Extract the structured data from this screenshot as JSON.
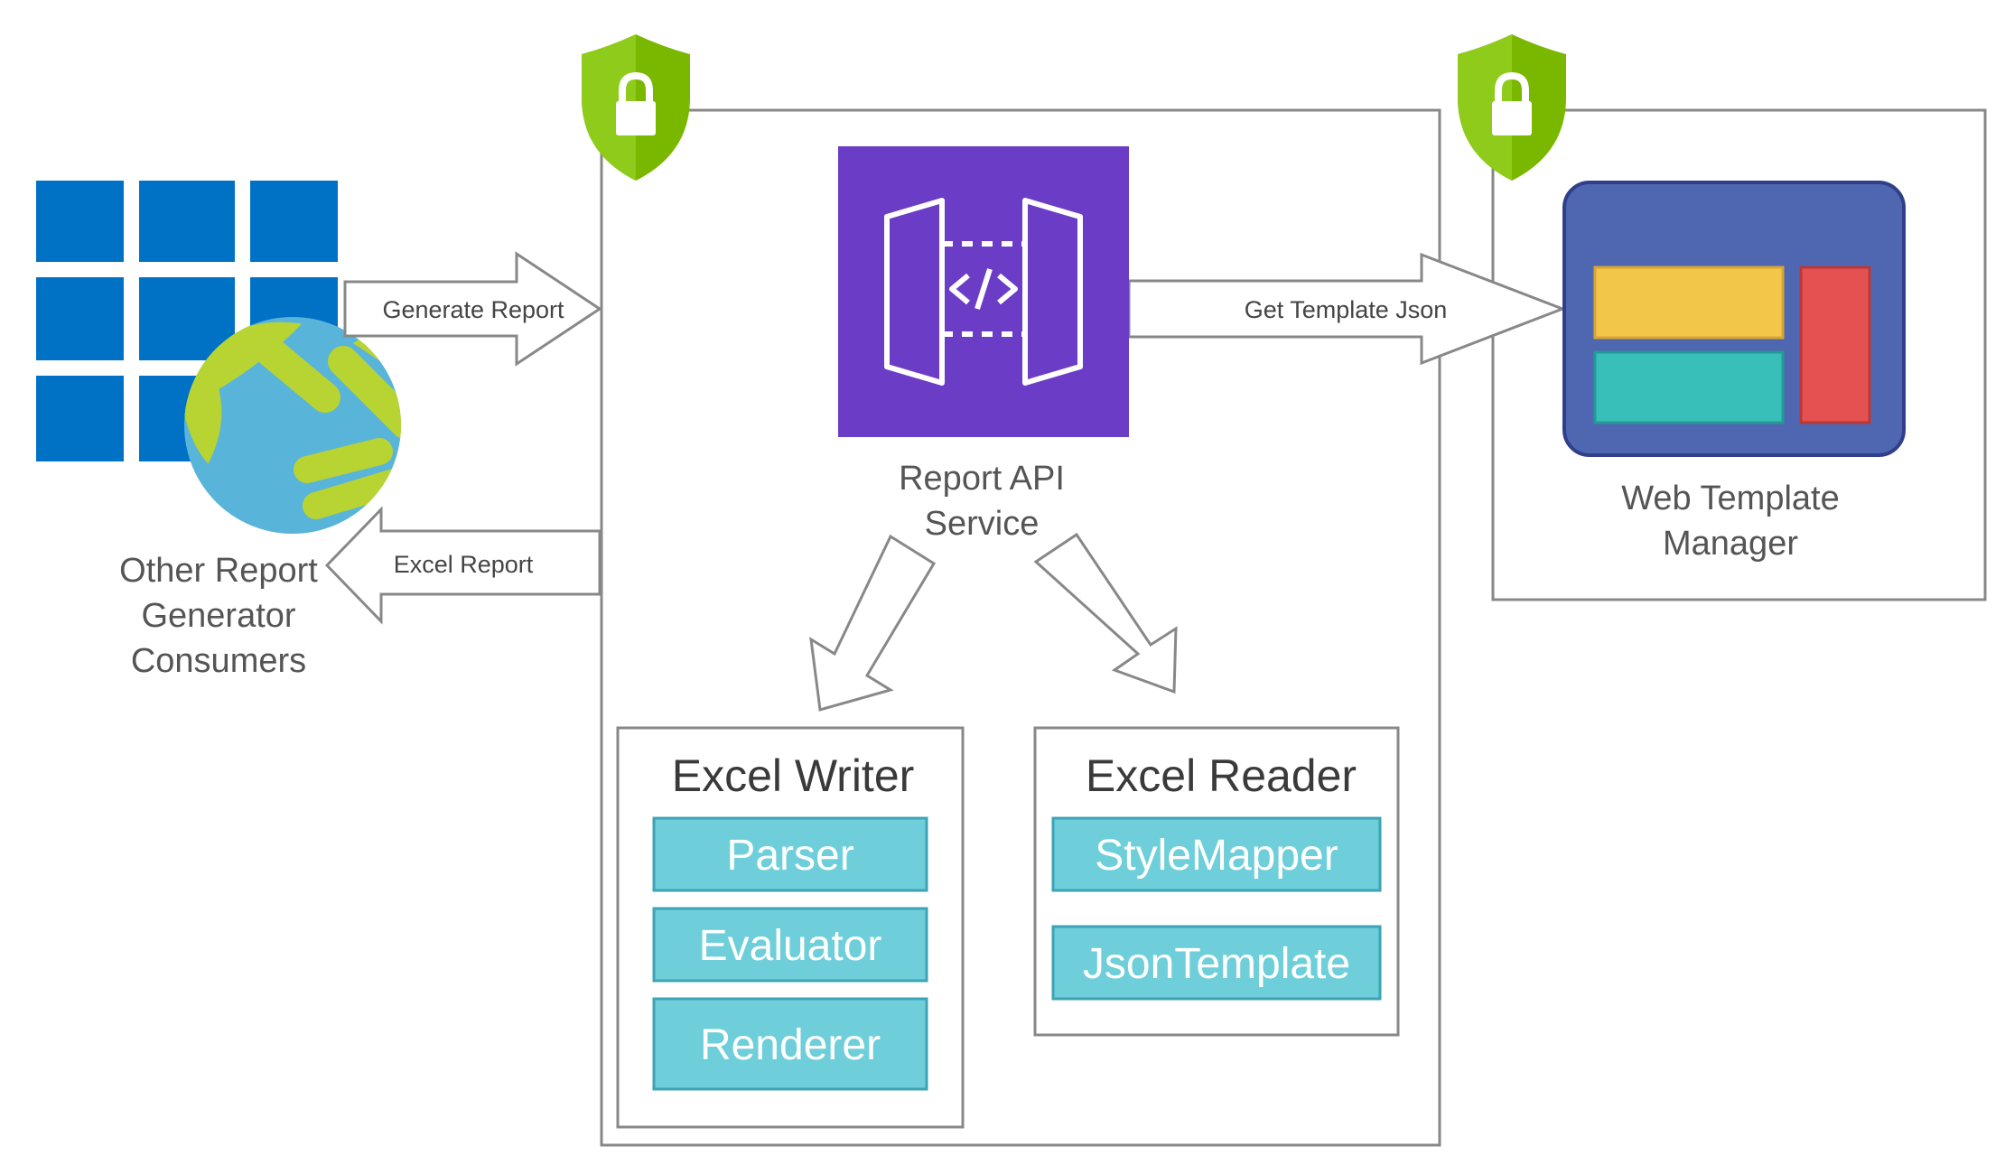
{
  "consumers": {
    "label_lines": [
      "Other Report",
      "Generator",
      "Consumers"
    ],
    "icon": "windows-globe-icon"
  },
  "report_api": {
    "label_lines": [
      "Report API",
      "Service"
    ],
    "icon": "api-gateway-icon",
    "icon_color": "#6B3CC6"
  },
  "web_template_manager": {
    "label_lines": [
      "Web Template",
      "Manager"
    ],
    "icon": "template-layout-icon"
  },
  "arrows": {
    "generate_report": "Generate Report",
    "excel_report": "Excel Report",
    "get_template_json": "Get Template Json"
  },
  "excel_writer": {
    "title": "Excel Writer",
    "components": [
      "Parser",
      "Evaluator",
      "Renderer"
    ]
  },
  "excel_reader": {
    "title": "Excel Reader",
    "components": [
      "StyleMapper",
      "JsonTemplate"
    ]
  },
  "colors": {
    "shield": "#7AB800",
    "windows_blue": "#0072C6",
    "globe_blue": "#59B4D9",
    "globe_green": "#B8D432",
    "component_fill": "#6ECFDA",
    "template_panel": "#4F67B0",
    "template_yellow": "#F2C649",
    "template_teal": "#39BFBA",
    "template_red": "#E55050"
  }
}
